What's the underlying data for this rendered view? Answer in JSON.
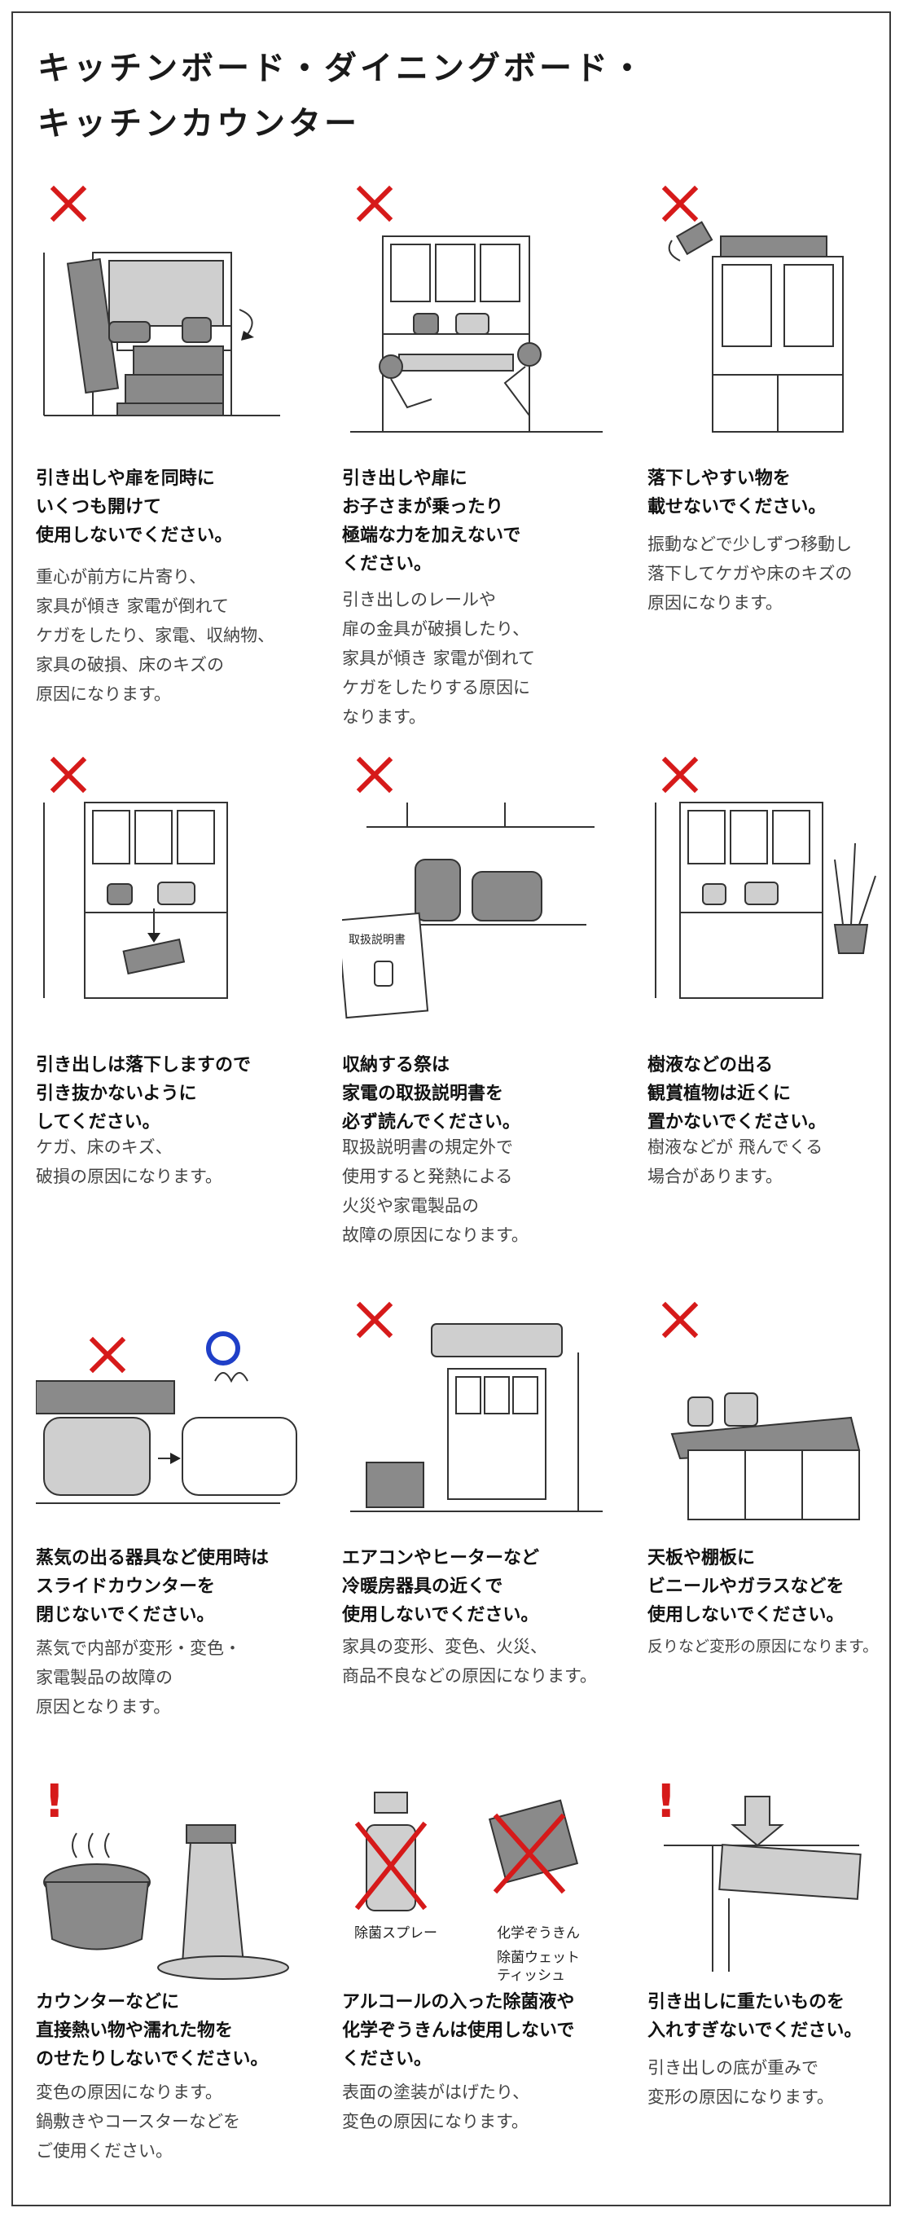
{
  "title": {
    "line1": "キッチンボード・ダイニングボード・",
    "line2": "キッチンカウンター"
  },
  "items": [
    {
      "mark": "cross",
      "heading": "引き出しや扉を同時に\nいくつも開けて\n使用しないでください。",
      "body": "重心が前方に片寄り、\n家具が傾き 家電が倒れて\nケガをしたり、家電、収納物、\n家具の破損、床のキズの\n原因になります。"
    },
    {
      "mark": "cross",
      "heading": "引き出しや扉に\nお子さまが乗ったり\n極端な力を加えないで\nください。",
      "body": "引き出しのレールや\n扉の金具が破損したり、\n家具が傾き 家電が倒れて\nケガをしたりする原因に\nなります。"
    },
    {
      "mark": "cross",
      "heading": "落下しやすい物を\n載せないでください。",
      "body": "振動などで少しずつ移動し\n落下してケガや床のキズの\n原因になります。"
    },
    {
      "mark": "cross",
      "heading": "引き出しは落下しますので\n引き抜かないように\nしてください。",
      "body": "ケガ、床のキズ、\n破損の原因になります。"
    },
    {
      "mark": "cross",
      "heading": "収納する祭は\n家電の取扱説明書を\n必ず読んでください。",
      "body": "取扱説明書の規定外で\n使用すると発熱による\n火災や家電製品の\n故障の原因になります。",
      "manual_label": "取扱説明書"
    },
    {
      "mark": "cross",
      "heading": "樹液などの出る\n観賞植物は近くに\n置かないでください。",
      "body": "樹液などが 飛んでくる\n場合があります。"
    },
    {
      "mark": "cross-circle",
      "heading": "蒸気の出る器具など使用時は\nスライドカウンターを\n閉じないでください。",
      "body": "蒸気で内部が変形・変色・\n家電製品の故障の\n原因となります。"
    },
    {
      "mark": "cross",
      "heading": "エアコンやヒーターなど\n冷暖房器具の近くで\n使用しないでください。",
      "body": "家具の変形、変色、火災、\n商品不良などの原因になります。"
    },
    {
      "mark": "cross",
      "heading": "天板や棚板に\nビニールやガラスなどを\n使用しないでください。",
      "body": "反りなど変形の原因になります。"
    },
    {
      "mark": "exclaim",
      "heading": "カウンターなどに\n直接熱い物や濡れた物を\nのせたりしないでください。",
      "body": "変色の原因になります。\n鍋敷きやコースターなどを\nご使用ください。"
    },
    {
      "mark": "cross",
      "heading": "アルコールの入った除菌液や\n化学ぞうきんは使用しないで\nください。",
      "body": "表面の塗装がはげたり、\n変色の原因になります。",
      "spray_label": "除菌スプレー",
      "cloth_label": "化学ぞうきん",
      "wipe_label": "除菌ウェット\nティッシュ"
    },
    {
      "mark": "exclaim",
      "heading": "引き出しに重たいものを\n入れすぎないでください。",
      "body": "引き出しの底が重みで\n変形の原因になります。"
    }
  ],
  "colors": {
    "cross": "#d61a1a",
    "circle": "#1f3fc8",
    "frame": "#3a3a3a"
  }
}
